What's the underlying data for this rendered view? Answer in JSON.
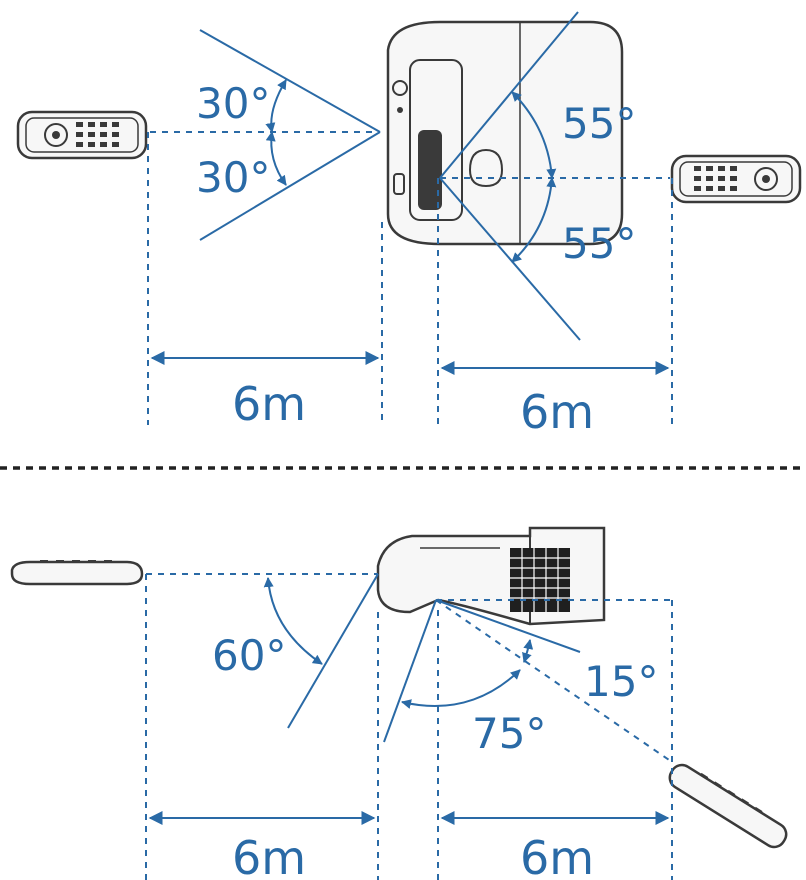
{
  "top_view": {
    "left_angle_upper": "30°",
    "left_angle_lower": "30°",
    "right_angle_upper": "55°",
    "right_angle_lower": "55°",
    "left_distance": "6m",
    "right_distance": "6m"
  },
  "side_view": {
    "upper_angle": "60°",
    "small_angle": "15°",
    "lower_angle": "75°",
    "left_distance": "6m",
    "right_distance": "6m"
  },
  "colors": {
    "annotation": "#2a6aa6",
    "outline": "#3a3a3a"
  }
}
